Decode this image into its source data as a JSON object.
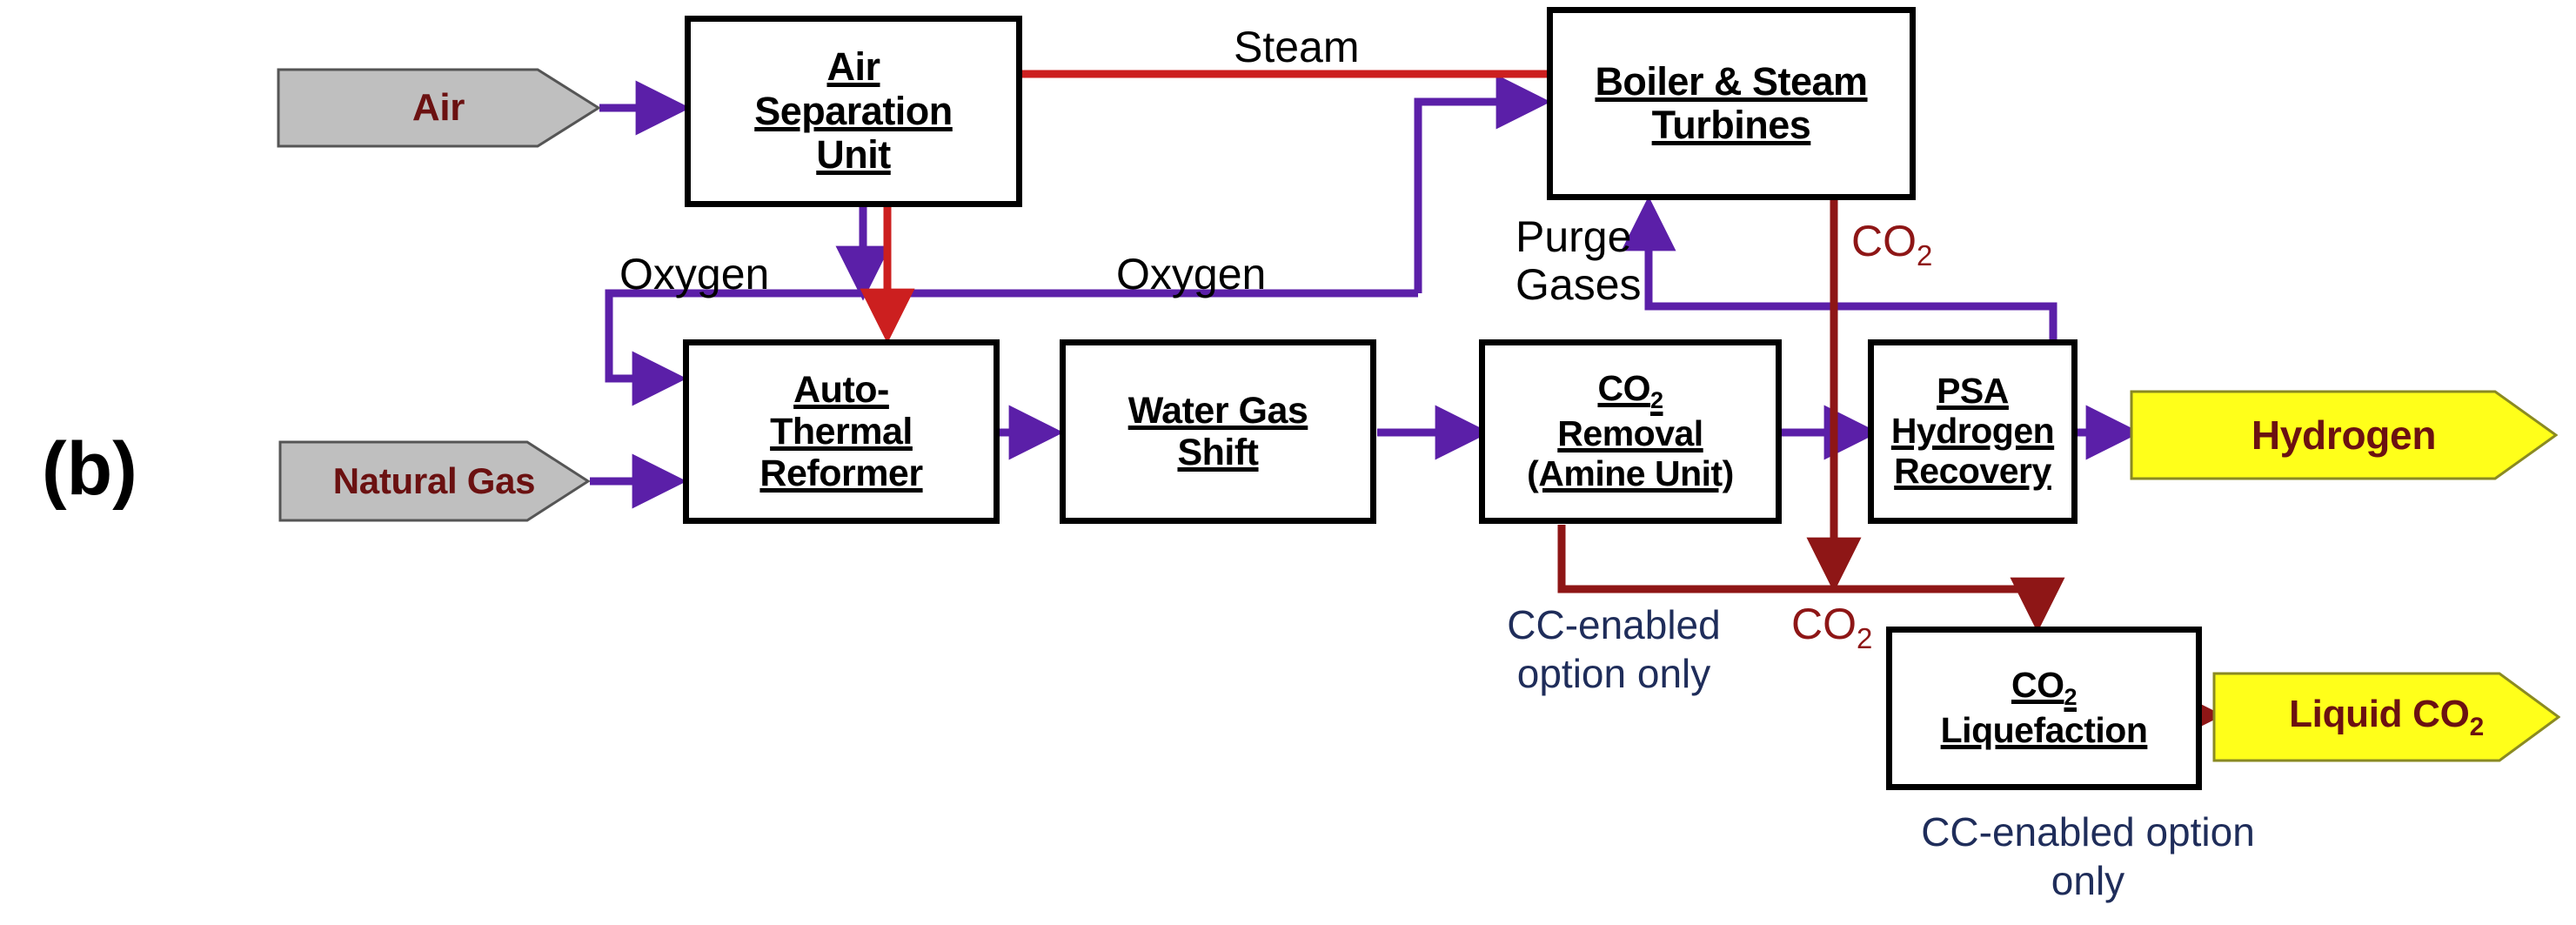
{
  "panel": {
    "letter": "(b)"
  },
  "diagram": {
    "title": "Auto-Thermal Reformer hydrogen production with CC-enabled option",
    "type": "process-flow-diagram",
    "colors": {
      "purple_stream": "#5B1FA8",
      "steam_red": "#CC1F1F",
      "co2_red": "#8E1616",
      "node_border": "#000000",
      "feed_fill": "#BFBFBF",
      "product_fill": "#FFFF1A",
      "product_text": "#6B1111",
      "note_text": "#1F2D5A"
    }
  },
  "nodes": [
    {
      "id": "air-separation-unit",
      "lines": [
        "Air",
        "Separation",
        "Unit"
      ]
    },
    {
      "id": "boiler-steam-turbines",
      "lines": [
        "Boiler & Steam",
        "Turbines"
      ]
    },
    {
      "id": "auto-thermal-reformer",
      "lines": [
        "Auto-",
        "Thermal",
        "Reformer"
      ]
    },
    {
      "id": "water-gas-shift",
      "lines": [
        "Water Gas",
        "Shift"
      ]
    },
    {
      "id": "co2-removal",
      "lines": [
        "CO2",
        "Removal",
        "(Amine Unit)"
      ]
    },
    {
      "id": "psa-hydrogen-recovery",
      "lines": [
        "PSA",
        "Hydrogen",
        "Recovery"
      ]
    },
    {
      "id": "co2-liquefaction",
      "lines": [
        "CO2",
        "Liquefaction"
      ]
    }
  ],
  "feeds": [
    {
      "id": "air-feed",
      "label": "Air"
    },
    {
      "id": "natural-gas-feed",
      "label": "Natural Gas"
    }
  ],
  "products": [
    {
      "id": "hydrogen-product",
      "label": "Hydrogen"
    },
    {
      "id": "liquid-co2-product",
      "label": "Liquid CO2"
    }
  ],
  "stream_labels": [
    {
      "id": "steam",
      "text": "Steam",
      "color": "black"
    },
    {
      "id": "oxygen-left",
      "text": "Oxygen",
      "color": "black"
    },
    {
      "id": "oxygen-right",
      "text": "Oxygen",
      "color": "black"
    },
    {
      "id": "purge-gases",
      "text": "Purge Gases",
      "color": "black"
    },
    {
      "id": "co2-boiler",
      "text": "CO2",
      "color": "#8E1616"
    },
    {
      "id": "co2-junction",
      "text": "CO2",
      "color": "#8E1616"
    }
  ],
  "notes": [
    {
      "id": "cc-note-amine",
      "text": "CC-enabled option only"
    },
    {
      "id": "cc-note-liquefaction",
      "text": "CC-enabled option only"
    }
  ],
  "node_text": {
    "asu_l1": "Air",
    "asu_l2": "Separation",
    "asu_l3": "Unit",
    "boiler_l1": "Boiler & Steam",
    "boiler_l2": "Turbines",
    "atr_l1": "Auto-",
    "atr_l2": "Thermal",
    "atr_l3": "Reformer",
    "wgs_l1": "Water Gas",
    "wgs_l2": "Shift",
    "amine_l1": "CO",
    "amine_l1sub": "2",
    "amine_l2": "Removal",
    "amine_l3": "(Amine Unit)",
    "psa_l1": "PSA",
    "psa_l2": "Hydrogen",
    "psa_l3": "Recovery",
    "liq_l1": "CO",
    "liq_l1sub": "2",
    "liq_l2": "Liquefaction"
  },
  "feed_text": {
    "air": "Air",
    "natural_gas": "Natural Gas"
  },
  "product_text": {
    "hydrogen": "Hydrogen",
    "liquid_co2": "Liquid CO",
    "liquid_co2_sub": "2"
  },
  "labels": {
    "steam": "Steam",
    "oxygen_left": "Oxygen",
    "oxygen_right": "Oxygen",
    "purge_l1": "Purge",
    "purge_l2": "Gases",
    "co2_boiler": "CO",
    "co2_boiler_sub": "2",
    "co2_junction": "CO",
    "co2_junction_sub": "2",
    "note_amine_l1": "CC-enabled",
    "note_amine_l2": "option only",
    "note_liq_l1": "CC-enabled option",
    "note_liq_l2": "only"
  }
}
